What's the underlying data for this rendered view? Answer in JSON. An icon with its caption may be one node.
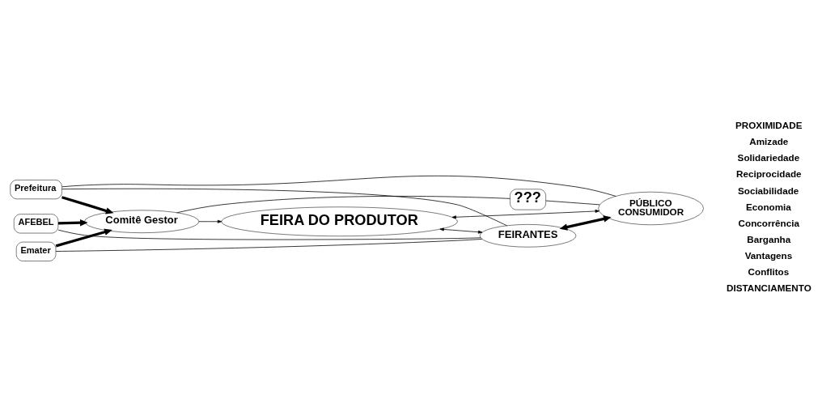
{
  "diagram": {
    "nodes": [
      {
        "text": [
          "Prefeitura"
        ]
      },
      {
        "text": [
          "Emater"
        ]
      },
      {
        "text": [
          "AFEBEL"
        ]
      },
      {
        "text": [
          "Comitê Gestor"
        ]
      },
      {
        "text": [
          "FEIRANTES"
        ]
      },
      {
        "text": [
          "FEIRA DO PRODUTOR"
        ]
      },
      {
        "text": [
          "???"
        ]
      },
      {
        "text": [
          "PÚBLICO",
          "CONSUMIDOR"
        ]
      }
    ],
    "edges": [
      {
        "from": 0,
        "to": 4,
        "arrow": "none"
      },
      {
        "from": 1,
        "to": 4,
        "arrow": "none"
      },
      {
        "from": 2,
        "to": 4,
        "arrow": "none"
      },
      {
        "from": 0,
        "to": 3,
        "arrow": "to",
        "style": "thick"
      },
      {
        "from": 1,
        "to": 3,
        "arrow": "to",
        "style": "thick"
      },
      {
        "from": 2,
        "to": 3,
        "arrow": "to",
        "style": "thick"
      },
      {
        "from": 3,
        "to": 5,
        "arrow": "to"
      },
      {
        "from": 5,
        "to": 4,
        "arrow": "both"
      },
      {
        "from": 5,
        "to": 7,
        "arrow": "both"
      },
      {
        "from": 4,
        "to": 7,
        "arrow": "both",
        "style": "thick"
      },
      {
        "from": 3,
        "to": 6,
        "arrow": "none"
      },
      {
        "from": 6,
        "to": 7,
        "arrow": "none"
      },
      {
        "from": 0,
        "to": 7,
        "arrow": "none"
      }
    ],
    "labels": [
      "PROXIMIDADE",
      "Amizade",
      "Solidariedade",
      "Reciprocidade",
      "Sociabilidade",
      "Economia",
      "Concorrência",
      "Barganha",
      "Vantagens",
      "Conflitos",
      "DISTANCIAMENTO"
    ]
  }
}
